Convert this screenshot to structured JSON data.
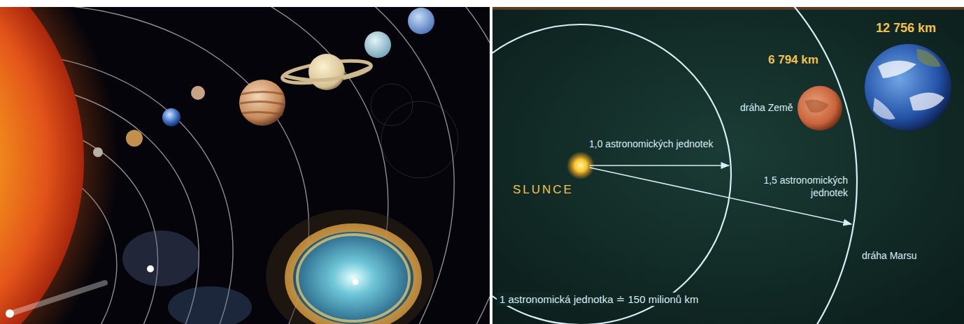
{
  "diagram": {
    "labels": [
      "12 756 km",
      "6 794 km",
      "dráha Země",
      "1,0 astronomických jednotek",
      "SLUNCE",
      "1,5 astronomických jednotek",
      "dráha Marsu",
      "1 astronomická jednotka ≐ 150 milionů km"
    ]
  }
}
